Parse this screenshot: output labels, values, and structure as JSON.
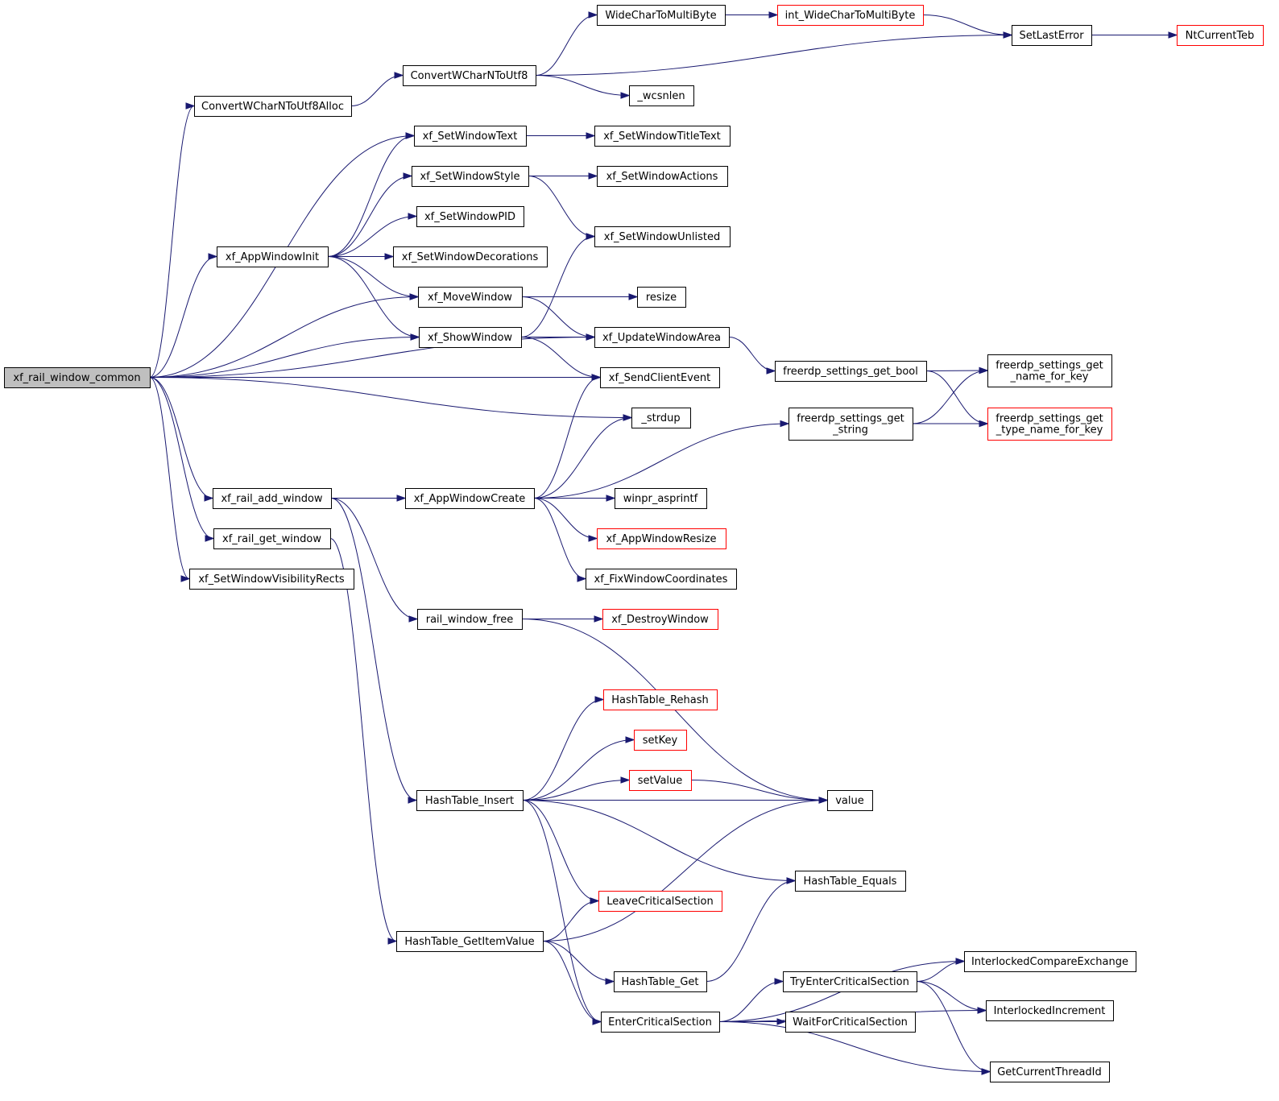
{
  "colors": {
    "edge": "#191970",
    "node_border": "#000000",
    "node_border_truncated": "#ff0000",
    "node_fill": "#ffffff",
    "root_fill": "#bfbfbf"
  },
  "nodes": [
    {
      "id": "xf_rail_window_common",
      "lines": [
        "xf_rail_window_common"
      ],
      "root": true
    },
    {
      "id": "ConvertWCharNToUtf8Alloc",
      "lines": [
        "ConvertWCharNToUtf8Alloc"
      ]
    },
    {
      "id": "ConvertWCharNToUtf8",
      "lines": [
        "ConvertWCharNToUtf8"
      ]
    },
    {
      "id": "WideCharToMultiByte",
      "lines": [
        "WideCharToMultiByte"
      ]
    },
    {
      "id": "int_WideCharToMultiByte",
      "lines": [
        "int_WideCharToMultiByte"
      ],
      "truncated": true
    },
    {
      "id": "SetLastError",
      "lines": [
        "SetLastError"
      ]
    },
    {
      "id": "NtCurrentTeb",
      "lines": [
        "NtCurrentTeb"
      ],
      "truncated": true
    },
    {
      "id": "_wcsnlen",
      "lines": [
        "_wcsnlen"
      ]
    },
    {
      "id": "xf_SetWindowText",
      "lines": [
        "xf_SetWindowText"
      ]
    },
    {
      "id": "xf_SetWindowTitleText",
      "lines": [
        "xf_SetWindowTitleText"
      ]
    },
    {
      "id": "xf_SetWindowStyle",
      "lines": [
        "xf_SetWindowStyle"
      ]
    },
    {
      "id": "xf_SetWindowActions",
      "lines": [
        "xf_SetWindowActions"
      ]
    },
    {
      "id": "xf_SetWindowPID",
      "lines": [
        "xf_SetWindowPID"
      ]
    },
    {
      "id": "xf_SetWindowUnlisted",
      "lines": [
        "xf_SetWindowUnlisted"
      ]
    },
    {
      "id": "xf_AppWindowInit",
      "lines": [
        "xf_AppWindowInit"
      ]
    },
    {
      "id": "xf_SetWindowDecorations",
      "lines": [
        "xf_SetWindowDecorations"
      ]
    },
    {
      "id": "xf_MoveWindow",
      "lines": [
        "xf_MoveWindow"
      ]
    },
    {
      "id": "resize",
      "lines": [
        "resize"
      ]
    },
    {
      "id": "xf_ShowWindow",
      "lines": [
        "xf_ShowWindow"
      ]
    },
    {
      "id": "xf_UpdateWindowArea",
      "lines": [
        "xf_UpdateWindowArea"
      ]
    },
    {
      "id": "freerdp_settings_get_bool",
      "lines": [
        "freerdp_settings_get_bool"
      ]
    },
    {
      "id": "freerdp_settings_get_name_for_key",
      "lines": [
        "freerdp_settings_get",
        "_name_for_key"
      ]
    },
    {
      "id": "xf_SendClientEvent",
      "lines": [
        "xf_SendClientEvent"
      ]
    },
    {
      "id": "freerdp_settings_get_string",
      "lines": [
        "freerdp_settings_get",
        "_string"
      ]
    },
    {
      "id": "freerdp_settings_get_type_name_for_key",
      "lines": [
        "freerdp_settings_get",
        "_type_name_for_key"
      ],
      "truncated": true
    },
    {
      "id": "_strdup",
      "lines": [
        "_strdup"
      ]
    },
    {
      "id": "xf_rail_add_window",
      "lines": [
        "xf_rail_add_window"
      ]
    },
    {
      "id": "xf_AppWindowCreate",
      "lines": [
        "xf_AppWindowCreate"
      ]
    },
    {
      "id": "winpr_asprintf",
      "lines": [
        "winpr_asprintf"
      ]
    },
    {
      "id": "xf_rail_get_window",
      "lines": [
        "xf_rail_get_window"
      ]
    },
    {
      "id": "xf_AppWindowResize",
      "lines": [
        "xf_AppWindowResize"
      ],
      "truncated": true
    },
    {
      "id": "xf_SetWindowVisibilityRects",
      "lines": [
        "xf_SetWindowVisibilityRects"
      ]
    },
    {
      "id": "xf_FixWindowCoordinates",
      "lines": [
        "xf_FixWindowCoordinates"
      ]
    },
    {
      "id": "rail_window_free",
      "lines": [
        "rail_window_free"
      ]
    },
    {
      "id": "xf_DestroyWindow",
      "lines": [
        "xf_DestroyWindow"
      ],
      "truncated": true
    },
    {
      "id": "HashTable_Rehash",
      "lines": [
        "HashTable_Rehash"
      ],
      "truncated": true
    },
    {
      "id": "setKey",
      "lines": [
        "setKey"
      ],
      "truncated": true
    },
    {
      "id": "setValue",
      "lines": [
        "setValue"
      ],
      "truncated": true
    },
    {
      "id": "HashTable_Insert",
      "lines": [
        "HashTable_Insert"
      ]
    },
    {
      "id": "value",
      "lines": [
        "value"
      ]
    },
    {
      "id": "HashTable_Equals",
      "lines": [
        "HashTable_Equals"
      ]
    },
    {
      "id": "LeaveCriticalSection",
      "lines": [
        "LeaveCriticalSection"
      ],
      "truncated": true
    },
    {
      "id": "HashTable_GetItemValue",
      "lines": [
        "HashTable_GetItemValue"
      ]
    },
    {
      "id": "InterlockedCompareExchange",
      "lines": [
        "InterlockedCompareExchange"
      ]
    },
    {
      "id": "HashTable_Get",
      "lines": [
        "HashTable_Get"
      ]
    },
    {
      "id": "TryEnterCriticalSection",
      "lines": [
        "TryEnterCriticalSection"
      ]
    },
    {
      "id": "InterlockedIncrement",
      "lines": [
        "InterlockedIncrement"
      ]
    },
    {
      "id": "EnterCriticalSection",
      "lines": [
        "EnterCriticalSection"
      ]
    },
    {
      "id": "WaitForCriticalSection",
      "lines": [
        "WaitForCriticalSection"
      ]
    },
    {
      "id": "GetCurrentThreadId",
      "lines": [
        "GetCurrentThreadId"
      ]
    }
  ],
  "edges": [
    [
      "xf_rail_window_common",
      "ConvertWCharNToUtf8Alloc"
    ],
    [
      "xf_rail_window_common",
      "xf_SetWindowText"
    ],
    [
      "xf_rail_window_common",
      "xf_AppWindowInit"
    ],
    [
      "xf_rail_window_common",
      "xf_MoveWindow"
    ],
    [
      "xf_rail_window_common",
      "xf_ShowWindow"
    ],
    [
      "xf_rail_window_common",
      "xf_UpdateWindowArea"
    ],
    [
      "xf_rail_window_common",
      "xf_SendClientEvent"
    ],
    [
      "xf_rail_window_common",
      "_strdup"
    ],
    [
      "xf_rail_window_common",
      "xf_rail_add_window"
    ],
    [
      "xf_rail_window_common",
      "xf_rail_get_window"
    ],
    [
      "xf_rail_window_common",
      "xf_SetWindowVisibilityRects"
    ],
    [
      "ConvertWCharNToUtf8Alloc",
      "ConvertWCharNToUtf8"
    ],
    [
      "ConvertWCharNToUtf8",
      "WideCharToMultiByte"
    ],
    [
      "ConvertWCharNToUtf8",
      "SetLastError"
    ],
    [
      "ConvertWCharNToUtf8",
      "_wcsnlen"
    ],
    [
      "WideCharToMultiByte",
      "int_WideCharToMultiByte"
    ],
    [
      "int_WideCharToMultiByte",
      "SetLastError"
    ],
    [
      "SetLastError",
      "NtCurrentTeb"
    ],
    [
      "xf_SetWindowText",
      "xf_SetWindowTitleText"
    ],
    [
      "xf_SetWindowStyle",
      "xf_SetWindowActions"
    ],
    [
      "xf_SetWindowStyle",
      "xf_SetWindowUnlisted"
    ],
    [
      "xf_AppWindowInit",
      "xf_SetWindowText"
    ],
    [
      "xf_AppWindowInit",
      "xf_SetWindowStyle"
    ],
    [
      "xf_AppWindowInit",
      "xf_SetWindowPID"
    ],
    [
      "xf_AppWindowInit",
      "xf_SetWindowDecorations"
    ],
    [
      "xf_AppWindowInit",
      "xf_MoveWindow"
    ],
    [
      "xf_AppWindowInit",
      "xf_ShowWindow"
    ],
    [
      "xf_MoveWindow",
      "resize"
    ],
    [
      "xf_MoveWindow",
      "xf_UpdateWindowArea"
    ],
    [
      "xf_ShowWindow",
      "xf_SetWindowUnlisted"
    ],
    [
      "xf_ShowWindow",
      "xf_UpdateWindowArea"
    ],
    [
      "xf_ShowWindow",
      "xf_SendClientEvent"
    ],
    [
      "xf_UpdateWindowArea",
      "freerdp_settings_get_bool"
    ],
    [
      "freerdp_settings_get_bool",
      "freerdp_settings_get_name_for_key"
    ],
    [
      "freerdp_settings_get_bool",
      "freerdp_settings_get_type_name_for_key"
    ],
    [
      "freerdp_settings_get_string",
      "freerdp_settings_get_name_for_key"
    ],
    [
      "freerdp_settings_get_string",
      "freerdp_settings_get_type_name_for_key"
    ],
    [
      "xf_rail_add_window",
      "xf_AppWindowCreate"
    ],
    [
      "xf_rail_add_window",
      "rail_window_free"
    ],
    [
      "xf_rail_add_window",
      "HashTable_Insert"
    ],
    [
      "xf_rail_get_window",
      "HashTable_GetItemValue"
    ],
    [
      "xf_AppWindowCreate",
      "xf_SendClientEvent"
    ],
    [
      "xf_AppWindowCreate",
      "_strdup"
    ],
    [
      "xf_AppWindowCreate",
      "freerdp_settings_get_string"
    ],
    [
      "xf_AppWindowCreate",
      "winpr_asprintf"
    ],
    [
      "xf_AppWindowCreate",
      "xf_AppWindowResize"
    ],
    [
      "xf_AppWindowCreate",
      "xf_FixWindowCoordinates"
    ],
    [
      "rail_window_free",
      "xf_DestroyWindow"
    ],
    [
      "rail_window_free",
      "value"
    ],
    [
      "HashTable_Insert",
      "HashTable_Rehash"
    ],
    [
      "HashTable_Insert",
      "setKey"
    ],
    [
      "HashTable_Insert",
      "setValue"
    ],
    [
      "HashTable_Insert",
      "value"
    ],
    [
      "HashTable_Insert",
      "HashTable_Equals"
    ],
    [
      "HashTable_Insert",
      "LeaveCriticalSection"
    ],
    [
      "HashTable_Insert",
      "EnterCriticalSection"
    ],
    [
      "setValue",
      "value"
    ],
    [
      "HashTable_GetItemValue",
      "LeaveCriticalSection"
    ],
    [
      "HashTable_GetItemValue",
      "value"
    ],
    [
      "HashTable_GetItemValue",
      "HashTable_Get"
    ],
    [
      "HashTable_GetItemValue",
      "EnterCriticalSection"
    ],
    [
      "HashTable_Get",
      "HashTable_Equals"
    ],
    [
      "EnterCriticalSection",
      "InterlockedCompareExchange"
    ],
    [
      "EnterCriticalSection",
      "TryEnterCriticalSection"
    ],
    [
      "EnterCriticalSection",
      "WaitForCriticalSection"
    ],
    [
      "EnterCriticalSection",
      "InterlockedIncrement"
    ],
    [
      "EnterCriticalSection",
      "GetCurrentThreadId"
    ],
    [
      "TryEnterCriticalSection",
      "InterlockedCompareExchange"
    ],
    [
      "TryEnterCriticalSection",
      "InterlockedIncrement"
    ],
    [
      "TryEnterCriticalSection",
      "GetCurrentThreadId"
    ]
  ]
}
